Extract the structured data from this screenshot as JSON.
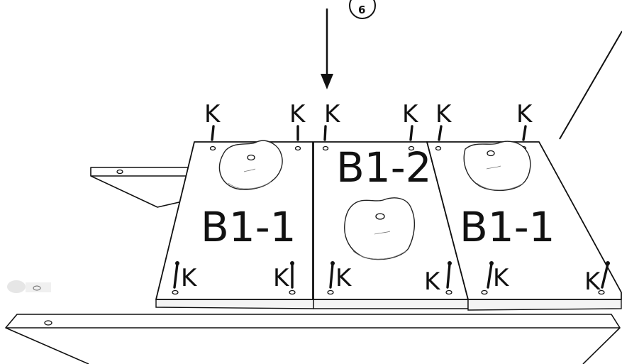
{
  "step_number": "6",
  "screw_label": "K",
  "panels": [
    {
      "label": "B1-1"
    },
    {
      "label": "B1-2"
    },
    {
      "label": "B1-1"
    }
  ]
}
